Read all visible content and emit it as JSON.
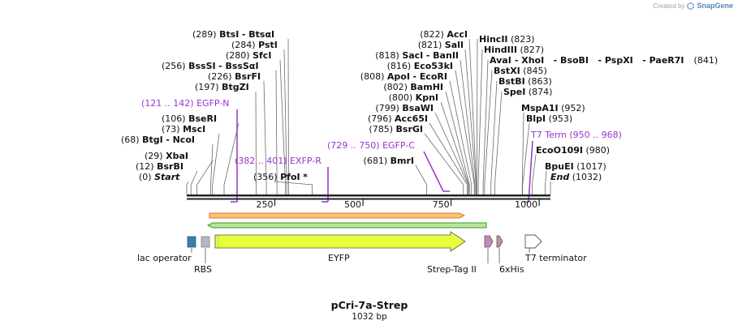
{
  "branding": {
    "prefix": "Created by",
    "name": "SnapGene",
    "icon": "snapgene-logo-icon"
  },
  "plasmid": {
    "name": "pCri-7a-Strep",
    "length_label": "1032 bp",
    "length_bp": 1032
  },
  "ruler": {
    "ticks": [
      250,
      500,
      750,
      1000
    ]
  },
  "sites": [
    {
      "pos": "(289)",
      "name": "BtsI",
      "extra": "- BtsαI",
      "bp": 289
    },
    {
      "pos": "(284)",
      "name": "PstI",
      "bp": 284
    },
    {
      "pos": "(280)",
      "name": "SfcI",
      "bp": 280
    },
    {
      "pos": "(256)",
      "name": "BssSI",
      "extra": "- BssSαI",
      "bp": 256
    },
    {
      "pos": "(226)",
      "name": "BsrFI",
      "bp": 226
    },
    {
      "pos": "(197)",
      "name": "BtgZI",
      "bp": 197
    },
    {
      "pos": "(106)",
      "name": "BseRI",
      "bp": 106
    },
    {
      "pos": "(73)",
      "name": "MscI",
      "bp": 73
    },
    {
      "pos": "(68)",
      "name": "BtgI",
      "extra": "- NcoI",
      "bp": 68
    },
    {
      "pos": "(29)",
      "name": "XbaI",
      "bp": 29
    },
    {
      "pos": "(12)",
      "name": "BsrBI",
      "bp": 12
    },
    {
      "pos": "(0)",
      "name": "Start",
      "italic": true,
      "bp": 0
    },
    {
      "pos": "(356)",
      "name": "PfoI",
      "extra": "*",
      "bp": 356
    },
    {
      "pos": "(822)",
      "name": "AccI",
      "bp": 822
    },
    {
      "pos": "(821)",
      "name": "SalI",
      "bp": 821
    },
    {
      "pos": "(818)",
      "name": "SacI",
      "extra": "- BanII",
      "bp": 818
    },
    {
      "pos": "(816)",
      "name": "Eco53kI",
      "bp": 816
    },
    {
      "pos": "(808)",
      "name": "ApoI",
      "extra": "- EcoRI",
      "bp": 808
    },
    {
      "pos": "(802)",
      "name": "BamHI",
      "bp": 802
    },
    {
      "pos": "(800)",
      "name": "KpnI",
      "bp": 800
    },
    {
      "pos": "(799)",
      "name": "BsaWI",
      "bp": 799
    },
    {
      "pos": "(796)",
      "name": "Acc65I",
      "bp": 796
    },
    {
      "pos": "(785)",
      "name": "BsrGI",
      "bp": 785
    },
    {
      "pos": "(681)",
      "name": "BmrI",
      "bp": 681
    },
    {
      "name": "HincII",
      "pos": "(823)",
      "bp": 823
    },
    {
      "name": "HindIII",
      "pos": "(827)",
      "bp": 827
    },
    {
      "name": "AvaI",
      "extra": "- XhoI   - BsoBI   - PspXI   - PaeR7I",
      "pos": "(841)",
      "bp": 841
    },
    {
      "name": "BstXI",
      "pos": "(845)",
      "bp": 845
    },
    {
      "name": "BstBI",
      "pos": "(863)",
      "bp": 863
    },
    {
      "name": "SpeI",
      "pos": "(874)",
      "bp": 874
    },
    {
      "name": "MspA1I",
      "pos": "(952)",
      "bp": 952
    },
    {
      "name": "BlpI",
      "pos": "(953)",
      "bp": 953
    },
    {
      "name": "EcoO109I",
      "pos": "(980)",
      "bp": 980
    },
    {
      "name": "BpuEI",
      "pos": "(1017)",
      "bp": 1017
    },
    {
      "name": "End",
      "italic": true,
      "pos": "(1032)",
      "bp": 1032
    }
  ],
  "primers": [
    {
      "range": "(121 .. 142)",
      "name": "EGFP-N",
      "start": 121,
      "end": 142
    },
    {
      "range": "(382 .. 401)",
      "name": "EXFP-R",
      "start": 382,
      "end": 401
    },
    {
      "range": "(729 .. 750)",
      "name": "EGFP-C",
      "start": 729,
      "end": 750
    },
    {
      "name": "T7 Term",
      "range": "(950 .. 968)",
      "start": 950,
      "end": 968
    }
  ],
  "features": [
    {
      "name": "lac operator",
      "color": "#3b7fa3"
    },
    {
      "name": "RBS",
      "color": "#b4b9bf"
    },
    {
      "name": "EYFP",
      "color": "#e8ff3d"
    },
    {
      "name": "Strep-Tag II",
      "color": "#c08fb4"
    },
    {
      "name": "6xHis",
      "color": "#c08fb4"
    },
    {
      "name": "T7 terminator",
      "color": "#ffffff"
    }
  ],
  "colors": {
    "primer": "#9933cc",
    "orf_fill": "#f5c27a",
    "orf_stroke": "#e07a1a",
    "orf2_fill": "#bde39a",
    "orf2_stroke": "#2e9e2e"
  }
}
